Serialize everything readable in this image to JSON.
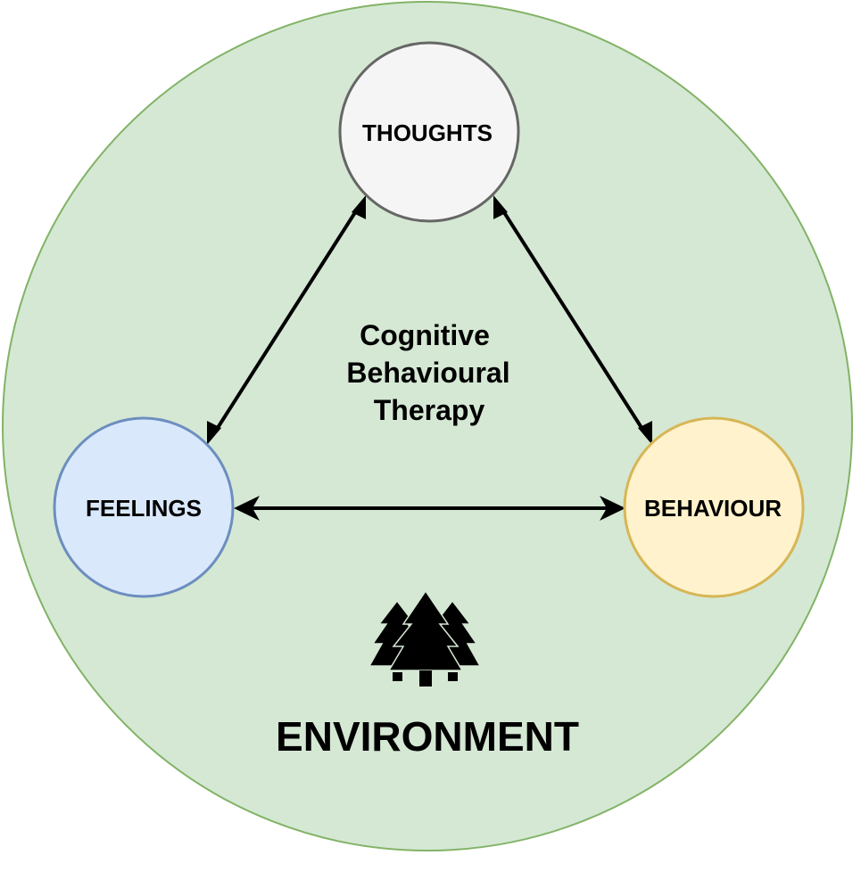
{
  "diagram": {
    "title": "Cognitive Behavioural Therapy",
    "center_lines": [
      "Cognitive",
      "Behavioural",
      "Therapy"
    ],
    "environment": {
      "label": "ENVIRONMENT",
      "icon": "trees-icon",
      "fill": "#d5e8d4",
      "stroke": "#82b366"
    },
    "nodes": [
      {
        "id": "thoughts",
        "label": "THOUGHTS",
        "fill": "#f5f5f5",
        "stroke": "#666666"
      },
      {
        "id": "feelings",
        "label": "FEELINGS",
        "fill": "#dae8fc",
        "stroke": "#6c8ebf"
      },
      {
        "id": "behaviour",
        "label": "BEHAVIOUR",
        "fill": "#fff2cc",
        "stroke": "#d6b656"
      }
    ],
    "edges": [
      {
        "from": "thoughts",
        "to": "feelings",
        "direction": "bidirectional"
      },
      {
        "from": "thoughts",
        "to": "behaviour",
        "direction": "bidirectional"
      },
      {
        "from": "feelings",
        "to": "behaviour",
        "direction": "bidirectional"
      }
    ]
  }
}
